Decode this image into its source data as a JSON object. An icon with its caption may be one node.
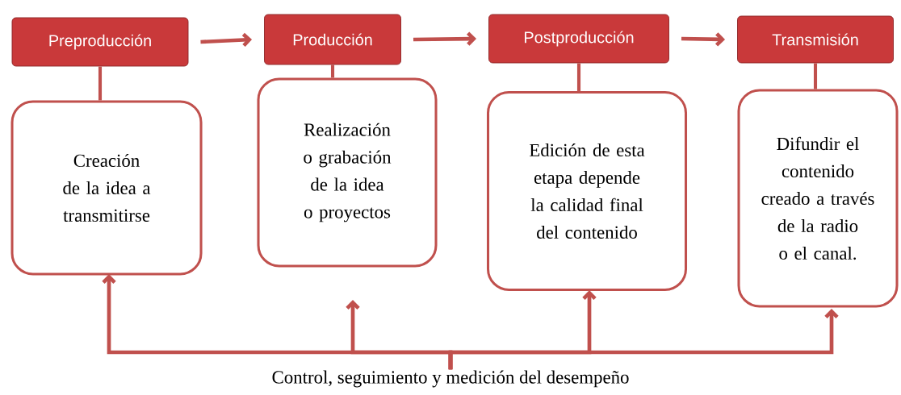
{
  "diagram": {
    "nodes": [
      {
        "text": [
          "Preproducción"
        ]
      },
      {
        "text": [
          "Producción"
        ]
      },
      {
        "text": [
          "Postproducción"
        ]
      },
      {
        "text": [
          "Transmisión"
        ]
      },
      {
        "text": [
          "Creación de la idea a transmitirse"
        ]
      },
      {
        "text": [
          "Realización o grabación de la idea o proyectos"
        ]
      },
      {
        "text": [
          "Edición de esta etapa depende la calidad final del contenido"
        ]
      },
      {
        "text": [
          "Difundir el contenido creado a través de la radio o el canal."
        ]
      },
      {
        "text": [
          "Control, seguimiento y medición del desempeño"
        ]
      }
    ],
    "edges": [
      {
        "from": 0,
        "to": 1,
        "arrow": "to"
      },
      {
        "from": 1,
        "to": 2,
        "arrow": "to"
      },
      {
        "from": 2,
        "to": 3,
        "arrow": "to"
      },
      {
        "from": 0,
        "to": 4,
        "arrow": "none"
      },
      {
        "from": 1,
        "to": 5,
        "arrow": "none"
      },
      {
        "from": 2,
        "to": 6,
        "arrow": "none"
      },
      {
        "from": 3,
        "to": 7,
        "arrow": "none"
      },
      {
        "from": 8,
        "to": 4,
        "arrow": "to"
      },
      {
        "from": 8,
        "to": 5,
        "arrow": "to"
      },
      {
        "from": 8,
        "to": 6,
        "arrow": "to"
      },
      {
        "from": 8,
        "to": 7,
        "arrow": "to"
      }
    ]
  }
}
